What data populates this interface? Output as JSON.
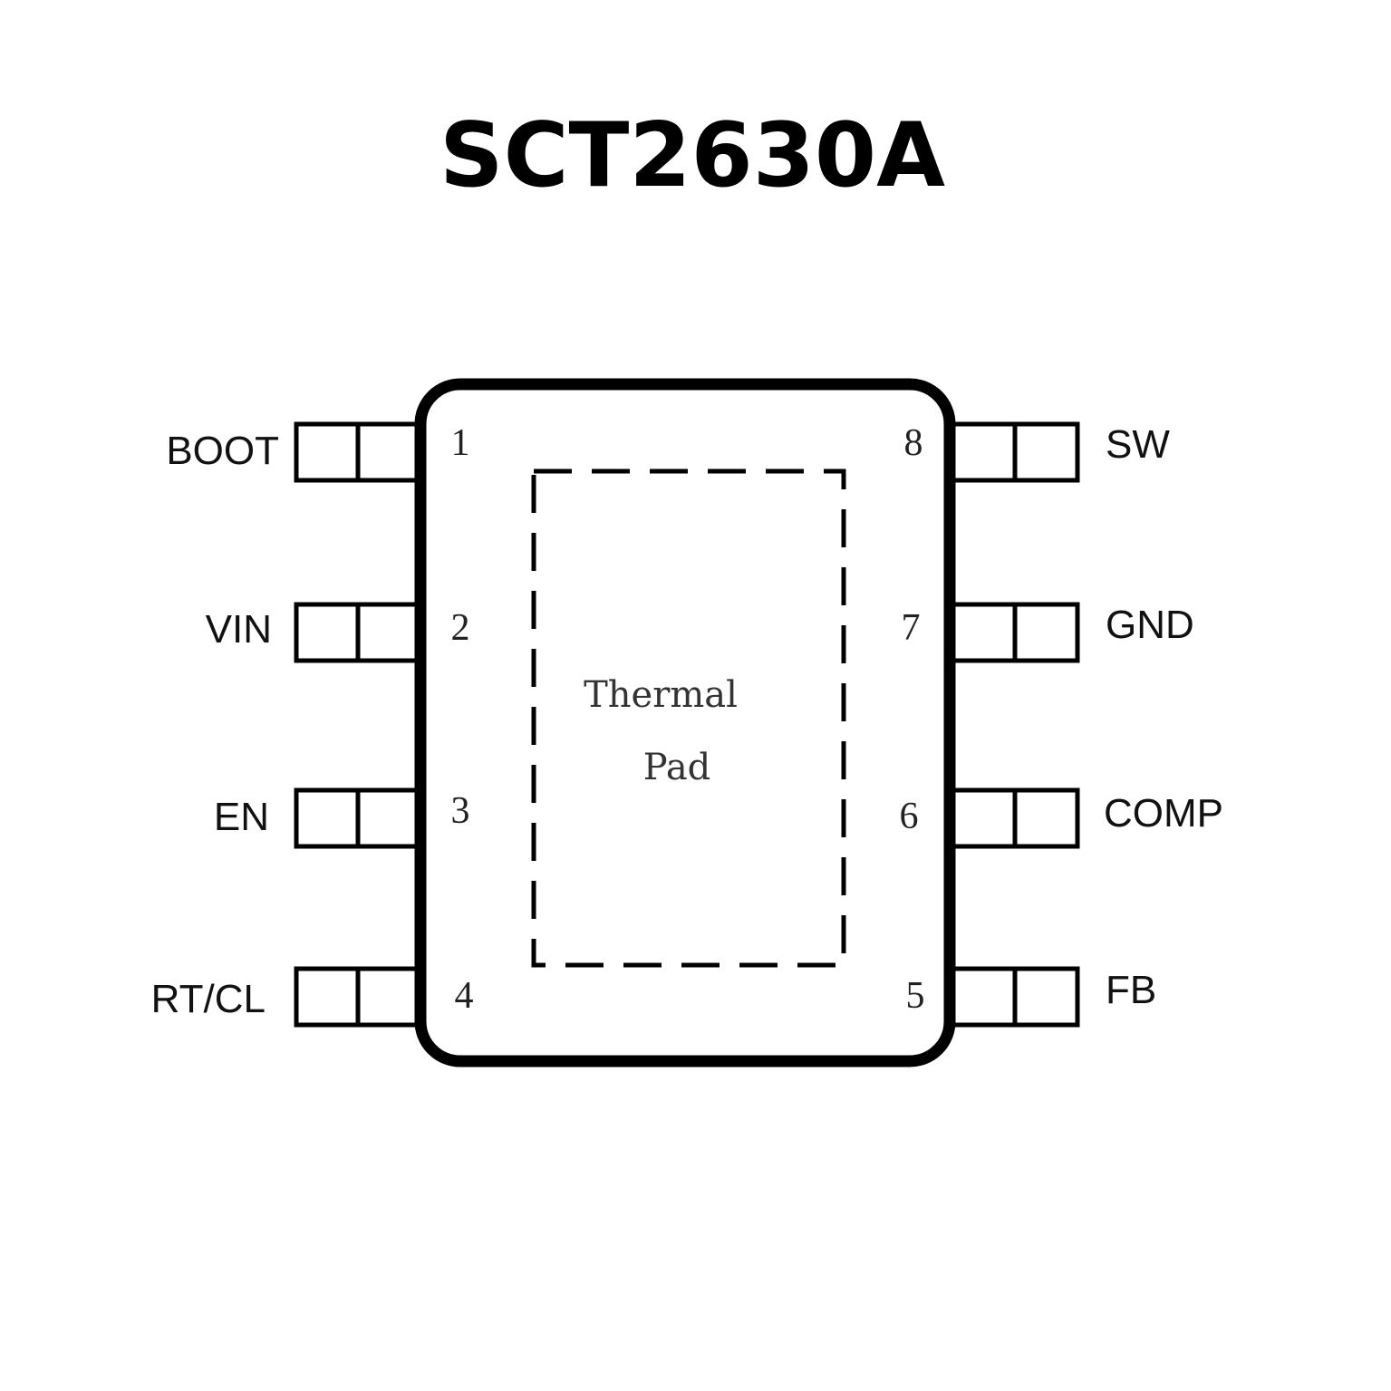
{
  "title": "SCT2630A",
  "thermal_pad": {
    "line1": "Thermal",
    "line2": "Pad"
  },
  "pins": {
    "p1": {
      "number": "1",
      "name": "BOOT"
    },
    "p2": {
      "number": "2",
      "name": "VIN"
    },
    "p3": {
      "number": "3",
      "name": "EN"
    },
    "p4": {
      "number": "4",
      "name": "RT/CL"
    },
    "p5": {
      "number": "5",
      "name": "FB"
    },
    "p6": {
      "number": "6",
      "name": "COMP"
    },
    "p7": {
      "number": "7",
      "name": "GND"
    },
    "p8": {
      "number": "8",
      "name": "SW"
    }
  }
}
